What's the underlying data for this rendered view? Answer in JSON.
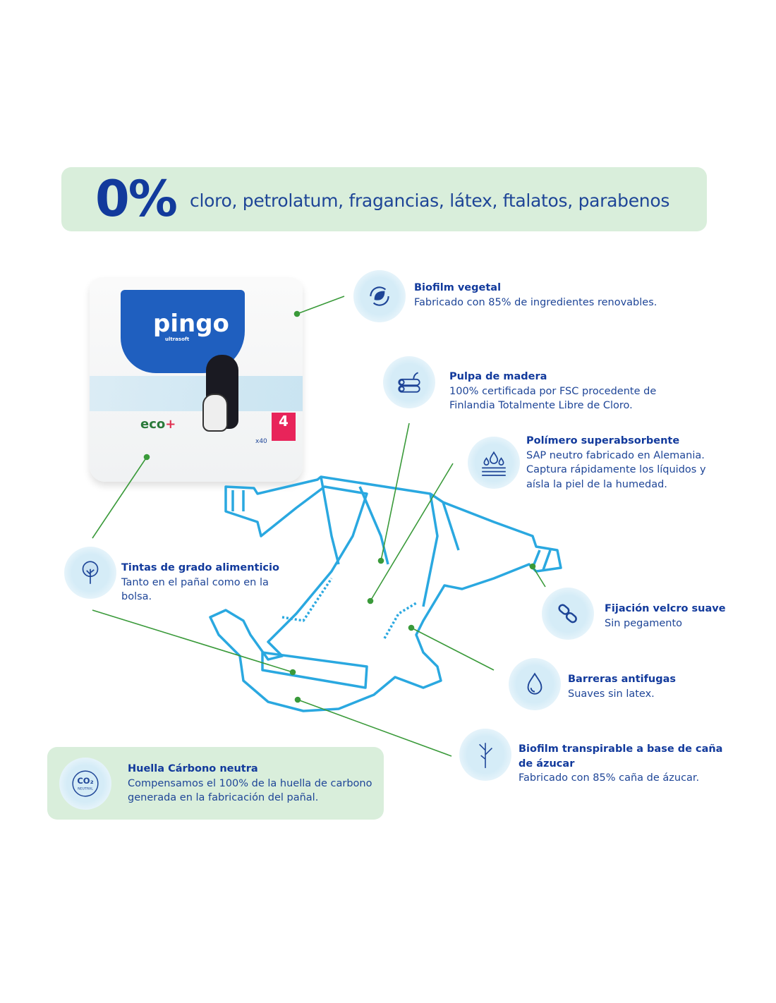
{
  "banner": {
    "percent": "0%",
    "text": "cloro, petrolatum, fragancias, látex, ftalatos, parabenos"
  },
  "package": {
    "brand": "pingo",
    "sub": "ultrasoft",
    "eco": "eco",
    "size": "4",
    "count": "x40"
  },
  "features": [
    {
      "icon": "leaf-recycle-icon",
      "title": "Biofilm vegetal",
      "desc": "Fabricado con 85% de ingredientes renovables."
    },
    {
      "icon": "wood-logs-icon",
      "title": "Pulpa de madera",
      "desc": "100% certificada por FSC procedente de Finlandia Totalmente Libre de Cloro."
    },
    {
      "icon": "water-drops-icon",
      "title": "Polímero superabsorbente",
      "desc": "SAP neutro fabricado en Alemania. Captura rápidamente los líquidos y aísla la piel de la humedad."
    },
    {
      "icon": "tree-icon",
      "title": "Tintas de grado alimenticio",
      "desc": "Tanto en el pañal como en la bolsa."
    },
    {
      "icon": "link-icon",
      "title": "Fijación velcro suave",
      "desc": "Sin pegamento"
    },
    {
      "icon": "drop-icon",
      "title": "Barreras antifugas",
      "desc": "Suaves sin latex."
    },
    {
      "icon": "sugarcane-icon",
      "title": "Biofilm transpirable a base de caña de ázucar",
      "desc": "Fabricado con 85% caña de ázucar."
    }
  ],
  "carbon": {
    "badge": "CO2 NEUTRAL",
    "title": "Huella Cárbono neutra",
    "desc": "Compensamos el 100% de la huella de carbono generada en la fabricación del pañal."
  },
  "colors": {
    "title": "#123a9c",
    "text": "#1e4597",
    "panel": "#d9eedb",
    "line": "#3a9a3a",
    "diaper": "#2aa8e0"
  }
}
